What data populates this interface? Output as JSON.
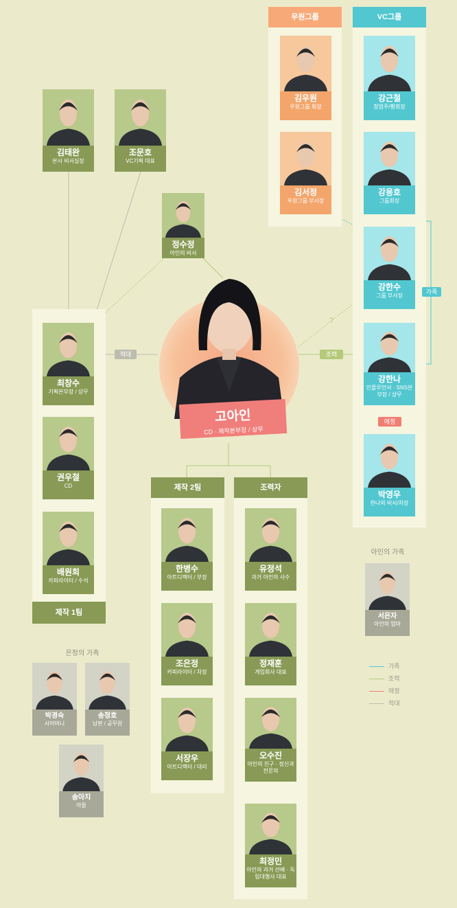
{
  "groups": {
    "woowon_label": "우원그룹",
    "vc_label": "VC그룹",
    "team1_label": "제작 1팀",
    "team2_label": "제작 2팀",
    "helpers_label": "조력자",
    "ain_family_label": "아인의 가족",
    "eunjeong_family_label": "은정의 가족"
  },
  "center": {
    "name": "고아인",
    "role": "CD · 제작본부장 / 상무"
  },
  "relations": {
    "hostile": "적대",
    "cooperate": "조력",
    "family": "가족",
    "love": "애정",
    "unknown": "?"
  },
  "people": {
    "kim_taewan": {
      "name": "김태완",
      "role": "본사 비서실장"
    },
    "jo_munho": {
      "name": "조문호",
      "role": "VC기획 대표"
    },
    "jeong_sujeong": {
      "name": "정수정",
      "role": "아인의 비서"
    },
    "kim_wuwon": {
      "name": "김우원",
      "role": "우원그룹 회장"
    },
    "kim_seojeong": {
      "name": "김서정",
      "role": "우원그룹 부사장"
    },
    "kang_geuncheol": {
      "name": "강근철",
      "role": "창업주/황회장"
    },
    "kang_yongho": {
      "name": "강용호",
      "role": "그룹회장"
    },
    "kang_hansu": {
      "name": "강한수",
      "role": "그룹 부사장"
    },
    "kang_hanna": {
      "name": "강한나",
      "role": "인플루언서 · SNS본부장 / 상무"
    },
    "park_youngwoo": {
      "name": "박영우",
      "role": "한나의 비서/차장"
    },
    "choi_changsu": {
      "name": "최창수",
      "role": "기획본부장 / 상무"
    },
    "kwon_wucheol": {
      "name": "권우철",
      "role": "CD"
    },
    "bae_wonhee": {
      "name": "배원희",
      "role": "카피라이터 / 수석"
    },
    "han_byeongsu": {
      "name": "한병수",
      "role": "아트디렉터 / 부장"
    },
    "jo_eunjeong": {
      "name": "조은정",
      "role": "카피라이터 / 차장"
    },
    "seo_jangwu": {
      "name": "서장우",
      "role": "아트디렉터 / 대리"
    },
    "yu_jeongseok": {
      "name": "유정석",
      "role": "과거 아인의 사수"
    },
    "jeong_jaehun": {
      "name": "정재훈",
      "role": "게임회사 대표"
    },
    "oh_sujin": {
      "name": "오수진",
      "role": "아인의 친구 · 정신과 전문의"
    },
    "choi_jeongmin": {
      "name": "최정민",
      "role": "아인의 과거 선배 · 독립대행사 대표"
    },
    "seo_eunja": {
      "name": "서은자",
      "role": "아인의 엄마"
    },
    "park_gyeongsuk": {
      "name": "박경숙",
      "role": "시어머니"
    },
    "song_jeongho": {
      "name": "송정호",
      "role": "남편 / 공무원"
    },
    "song_aji": {
      "name": "송아지",
      "role": "아들"
    }
  },
  "legend": [
    "가족",
    "조력",
    "애정",
    "적대"
  ],
  "colors": {
    "family": "#52c7cf",
    "cooperate": "#b5c97a",
    "love": "#f07e72",
    "hostile": "#bdbdae",
    "center_card": "#f07e7a",
    "bg": "#ebebcc"
  }
}
